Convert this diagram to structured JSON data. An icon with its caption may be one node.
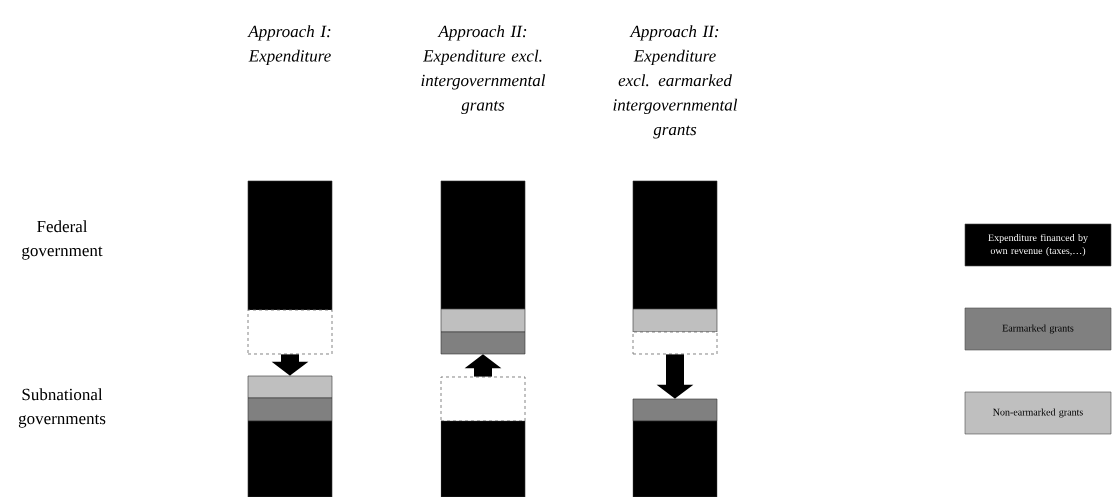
{
  "diagram": {
    "nodes": [
      {
        "text": [],
        "shape": "bar"
      },
      {
        "text": [],
        "shape": "box"
      },
      {
        "text": [],
        "shape": "bar"
      },
      {
        "text": [],
        "shape": "bar"
      },
      {
        "text": [],
        "shape": "bar"
      },
      {
        "text": [],
        "shape": "bar"
      },
      {
        "text": [],
        "shape": "bar"
      },
      {
        "text": [],
        "shape": "bar"
      },
      {
        "text": [],
        "shape": "box"
      },
      {
        "text": [],
        "shape": "bar"
      },
      {
        "text": [],
        "shape": "bar"
      },
      {
        "text": [],
        "shape": "bar"
      },
      {
        "text": [],
        "shape": "box"
      },
      {
        "text": [],
        "shape": "bar"
      },
      {
        "text": [],
        "shape": "bar"
      }
    ],
    "edges": [
      {
        "from": 1,
        "to": 2,
        "arrow": "to"
      },
      {
        "from": 8,
        "to": 7,
        "arrow": "to"
      },
      {
        "from": 12,
        "to": 13,
        "arrow": "to"
      }
    ],
    "labels": [
      "Approach I: Expenditure",
      "Approach II: Expenditure excl. intergovernmental grants",
      "Approach II: Expenditure excl. earmarked intergovernmental grants",
      "Federal government",
      "Subnational governments"
    ],
    "legend": [
      {
        "text": "Expenditure financed by own revenue (taxes,…)",
        "color": "#000000"
      },
      {
        "text": "Earmarked grants",
        "color": "#808080"
      },
      {
        "text": "Non-earmarked grants",
        "color": "#bfbfbf"
      }
    ]
  }
}
